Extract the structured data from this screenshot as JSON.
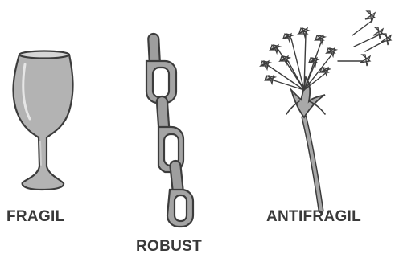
{
  "labels": {
    "fragile": "FRAGIL",
    "robust": "ROBUST",
    "antifragile": "ANTIFRAGIL"
  },
  "icons": {
    "fragile": "wine-glass-icon",
    "robust": "chain-icon",
    "antifragile": "dandelion-icon"
  },
  "colors": {
    "stroke": "#3c3c3c",
    "fill": "#a8a8a8",
    "label": "#3a3a3a"
  }
}
